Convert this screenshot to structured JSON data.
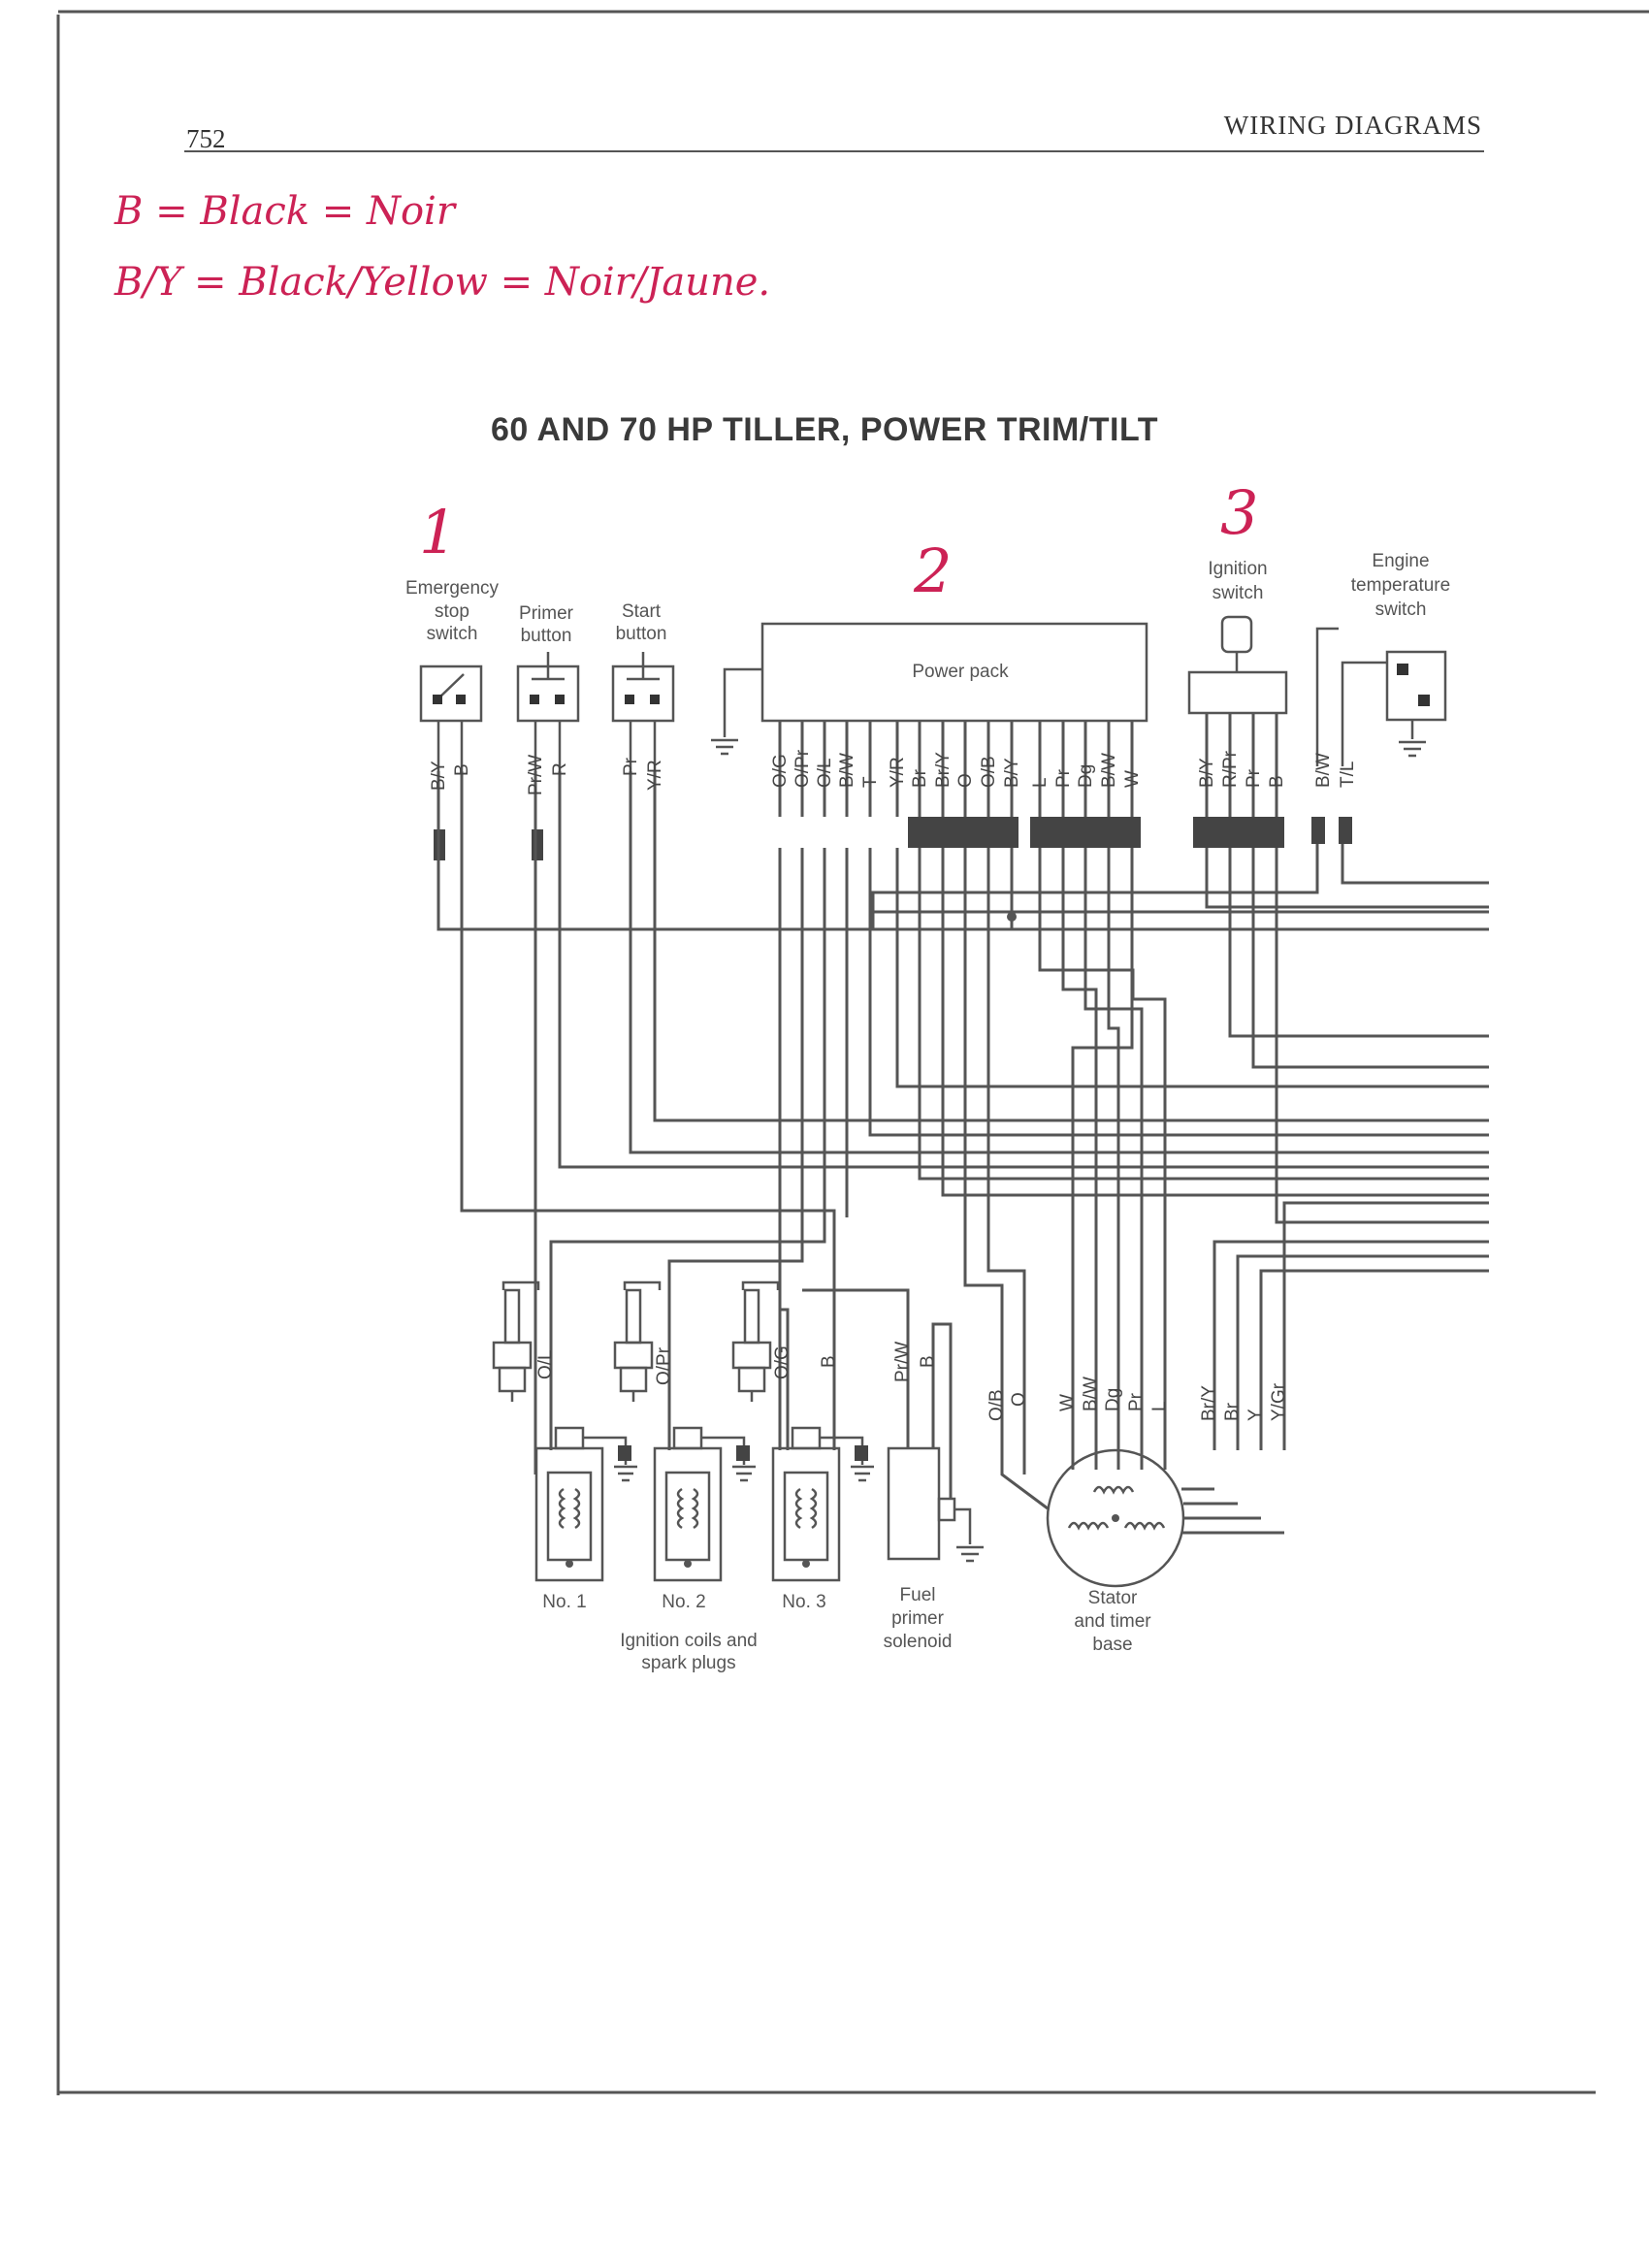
{
  "header": {
    "page_number": "752",
    "section_title": "WIRING DIAGRAMS"
  },
  "handwritten_notes": [
    "B = Black = Noir",
    "B/Y = Black/Yellow = Noir/Jaune."
  ],
  "diagram": {
    "title": "60 AND 70 HP TILLER, POWER TRIM/TILT",
    "marker_numbers": [
      "1",
      "2",
      "3"
    ],
    "components": {
      "emergency_stop_switch": [
        "Emergency",
        "stop",
        "switch"
      ],
      "primer_button": [
        "Primer",
        "button"
      ],
      "start_button": [
        "Start",
        "button"
      ],
      "power_pack": "Power pack",
      "ignition_switch": [
        "Ignition",
        "switch"
      ],
      "engine_temperature_switch": [
        "Engine",
        "temperature",
        "switch"
      ],
      "coil_1": "No. 1",
      "coil_2": "No. 2",
      "coil_3": "No. 3",
      "ignition_coils_caption": [
        "Ignition coils and",
        "spark plugs"
      ],
      "fuel_primer_solenoid": [
        "Fuel",
        "primer",
        "solenoid"
      ],
      "stator": [
        "Stator",
        "and timer",
        "base"
      ]
    },
    "wire_codes": {
      "emergency_stop": [
        "B/Y",
        "B"
      ],
      "primer": [
        "Pr/W",
        "R"
      ],
      "start": [
        "Pr",
        "Y/R"
      ],
      "power_pack": [
        "O/G",
        "O/Pr",
        "O/L",
        "B/W",
        "T",
        "Y/R",
        "Br",
        "Br/Y",
        "O",
        "O/B",
        "B/Y",
        "L",
        "Pr",
        "Dg",
        "B/W",
        "W"
      ],
      "ignition_switch": [
        "B/Y",
        "R/Pr",
        "Pr",
        "B"
      ],
      "temp_switch": [
        "B/W",
        "T/L"
      ],
      "coil_1": "O/L",
      "coil_2": "O/Pr",
      "coil_3": [
        "O/G",
        "B"
      ],
      "solenoid": [
        "Pr/W",
        "B"
      ],
      "stator_left": [
        "O/B",
        "O"
      ],
      "stator_mid": [
        "W",
        "B/W",
        "Dg",
        "Pr",
        "L"
      ],
      "stator_right": [
        "Br/Y",
        "Br",
        "Y",
        "Y/Gr"
      ]
    }
  },
  "colors": {
    "ink": "#555555",
    "handwriting": "#cc2255",
    "connector": "#444444"
  }
}
